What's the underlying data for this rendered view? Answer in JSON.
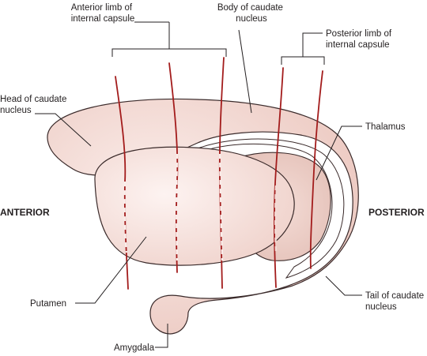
{
  "colors": {
    "tissue_fill": "#f2d8d3",
    "tissue_highlight": "#fbeeeb",
    "tissue_shadow": "#e3bfb7",
    "outline": "#3a2a2a",
    "fiber": "#a31c1c",
    "leader": "#231f20"
  },
  "labels": {
    "anterior_limb": [
      "Anterior limb of",
      "internal capsule"
    ],
    "body_caudate": [
      "Body of caudate",
      "nucleus"
    ],
    "posterior_limb": [
      "Posterior limb of",
      "internal capsule"
    ],
    "head_caudate": [
      "Head of caudate",
      "nucleus"
    ],
    "thalamus": [
      "Thalamus"
    ],
    "anterior": [
      "ANTERIOR"
    ],
    "posterior": [
      "POSTERIOR"
    ],
    "putamen": [
      "Putamen"
    ],
    "tail_caudate": [
      "Tail of caudate",
      "nucleus"
    ],
    "amygdala": [
      "Amygdala"
    ]
  }
}
